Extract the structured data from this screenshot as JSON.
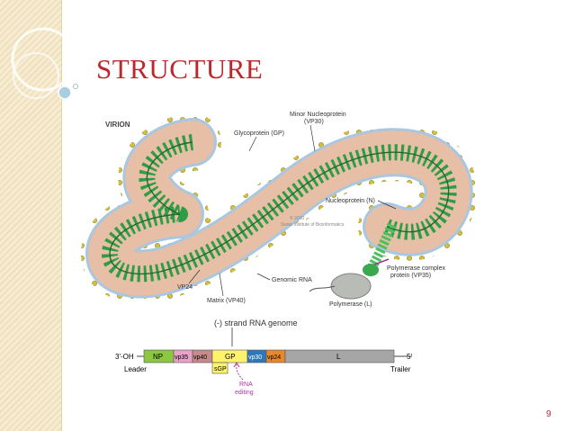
{
  "slide": {
    "title": "STRUCTURE",
    "page_number": "9",
    "title_color": "#c0272d",
    "page_number_color": "#c0272d"
  },
  "virion": {
    "heading": "VIRION",
    "labels": {
      "minor_np_line1": "Minor Nucleoprotein",
      "minor_np_line2": "(VP30)",
      "glycoprotein": "Glycoprotein (GP)",
      "nucleoprotein": "Nucleoprotein (N)",
      "polymerase_complex_line1": "Polymerase complex",
      "polymerase_complex_line2": "protein (VP35)",
      "polymerase": "Polymerase (L)",
      "genomic_rna": "Genomic RNA",
      "vp24": "VP24",
      "matrix": "Matrix (VP40)"
    },
    "copyright_line1": "© 2010",
    "copyright_line2": "Swiss Institute of Bioinformatics",
    "colors": {
      "envelope_fill": "#e7bfa6",
      "membrane": "#a9c7de",
      "nucleocapsid": "#2f9d45",
      "glycoprotein_spike": "#d4c13a",
      "polymerase": "#b9bcb6"
    }
  },
  "genome": {
    "title": "(-) strand RNA genome",
    "end_left": "3'-OH",
    "end_right": "5'",
    "leader": "Leader",
    "trailer": "Trailer",
    "genes": [
      {
        "label": "NP",
        "color": "#8dc63f"
      },
      {
        "label": "vp35",
        "color": "#e8a2c8"
      },
      {
        "label": "vp40",
        "color": "#c38b8b"
      },
      {
        "label": "GP",
        "color": "#fff36b"
      },
      {
        "label": "vp30",
        "color": "#2e78b7"
      },
      {
        "label": "vp24",
        "color": "#e8872b"
      },
      {
        "label": "L",
        "color": "#a6a6a6"
      }
    ],
    "sgp": "sGP",
    "editing_line1": "RNA",
    "editing_line2": "editing",
    "editing_color": "#b5339a"
  }
}
